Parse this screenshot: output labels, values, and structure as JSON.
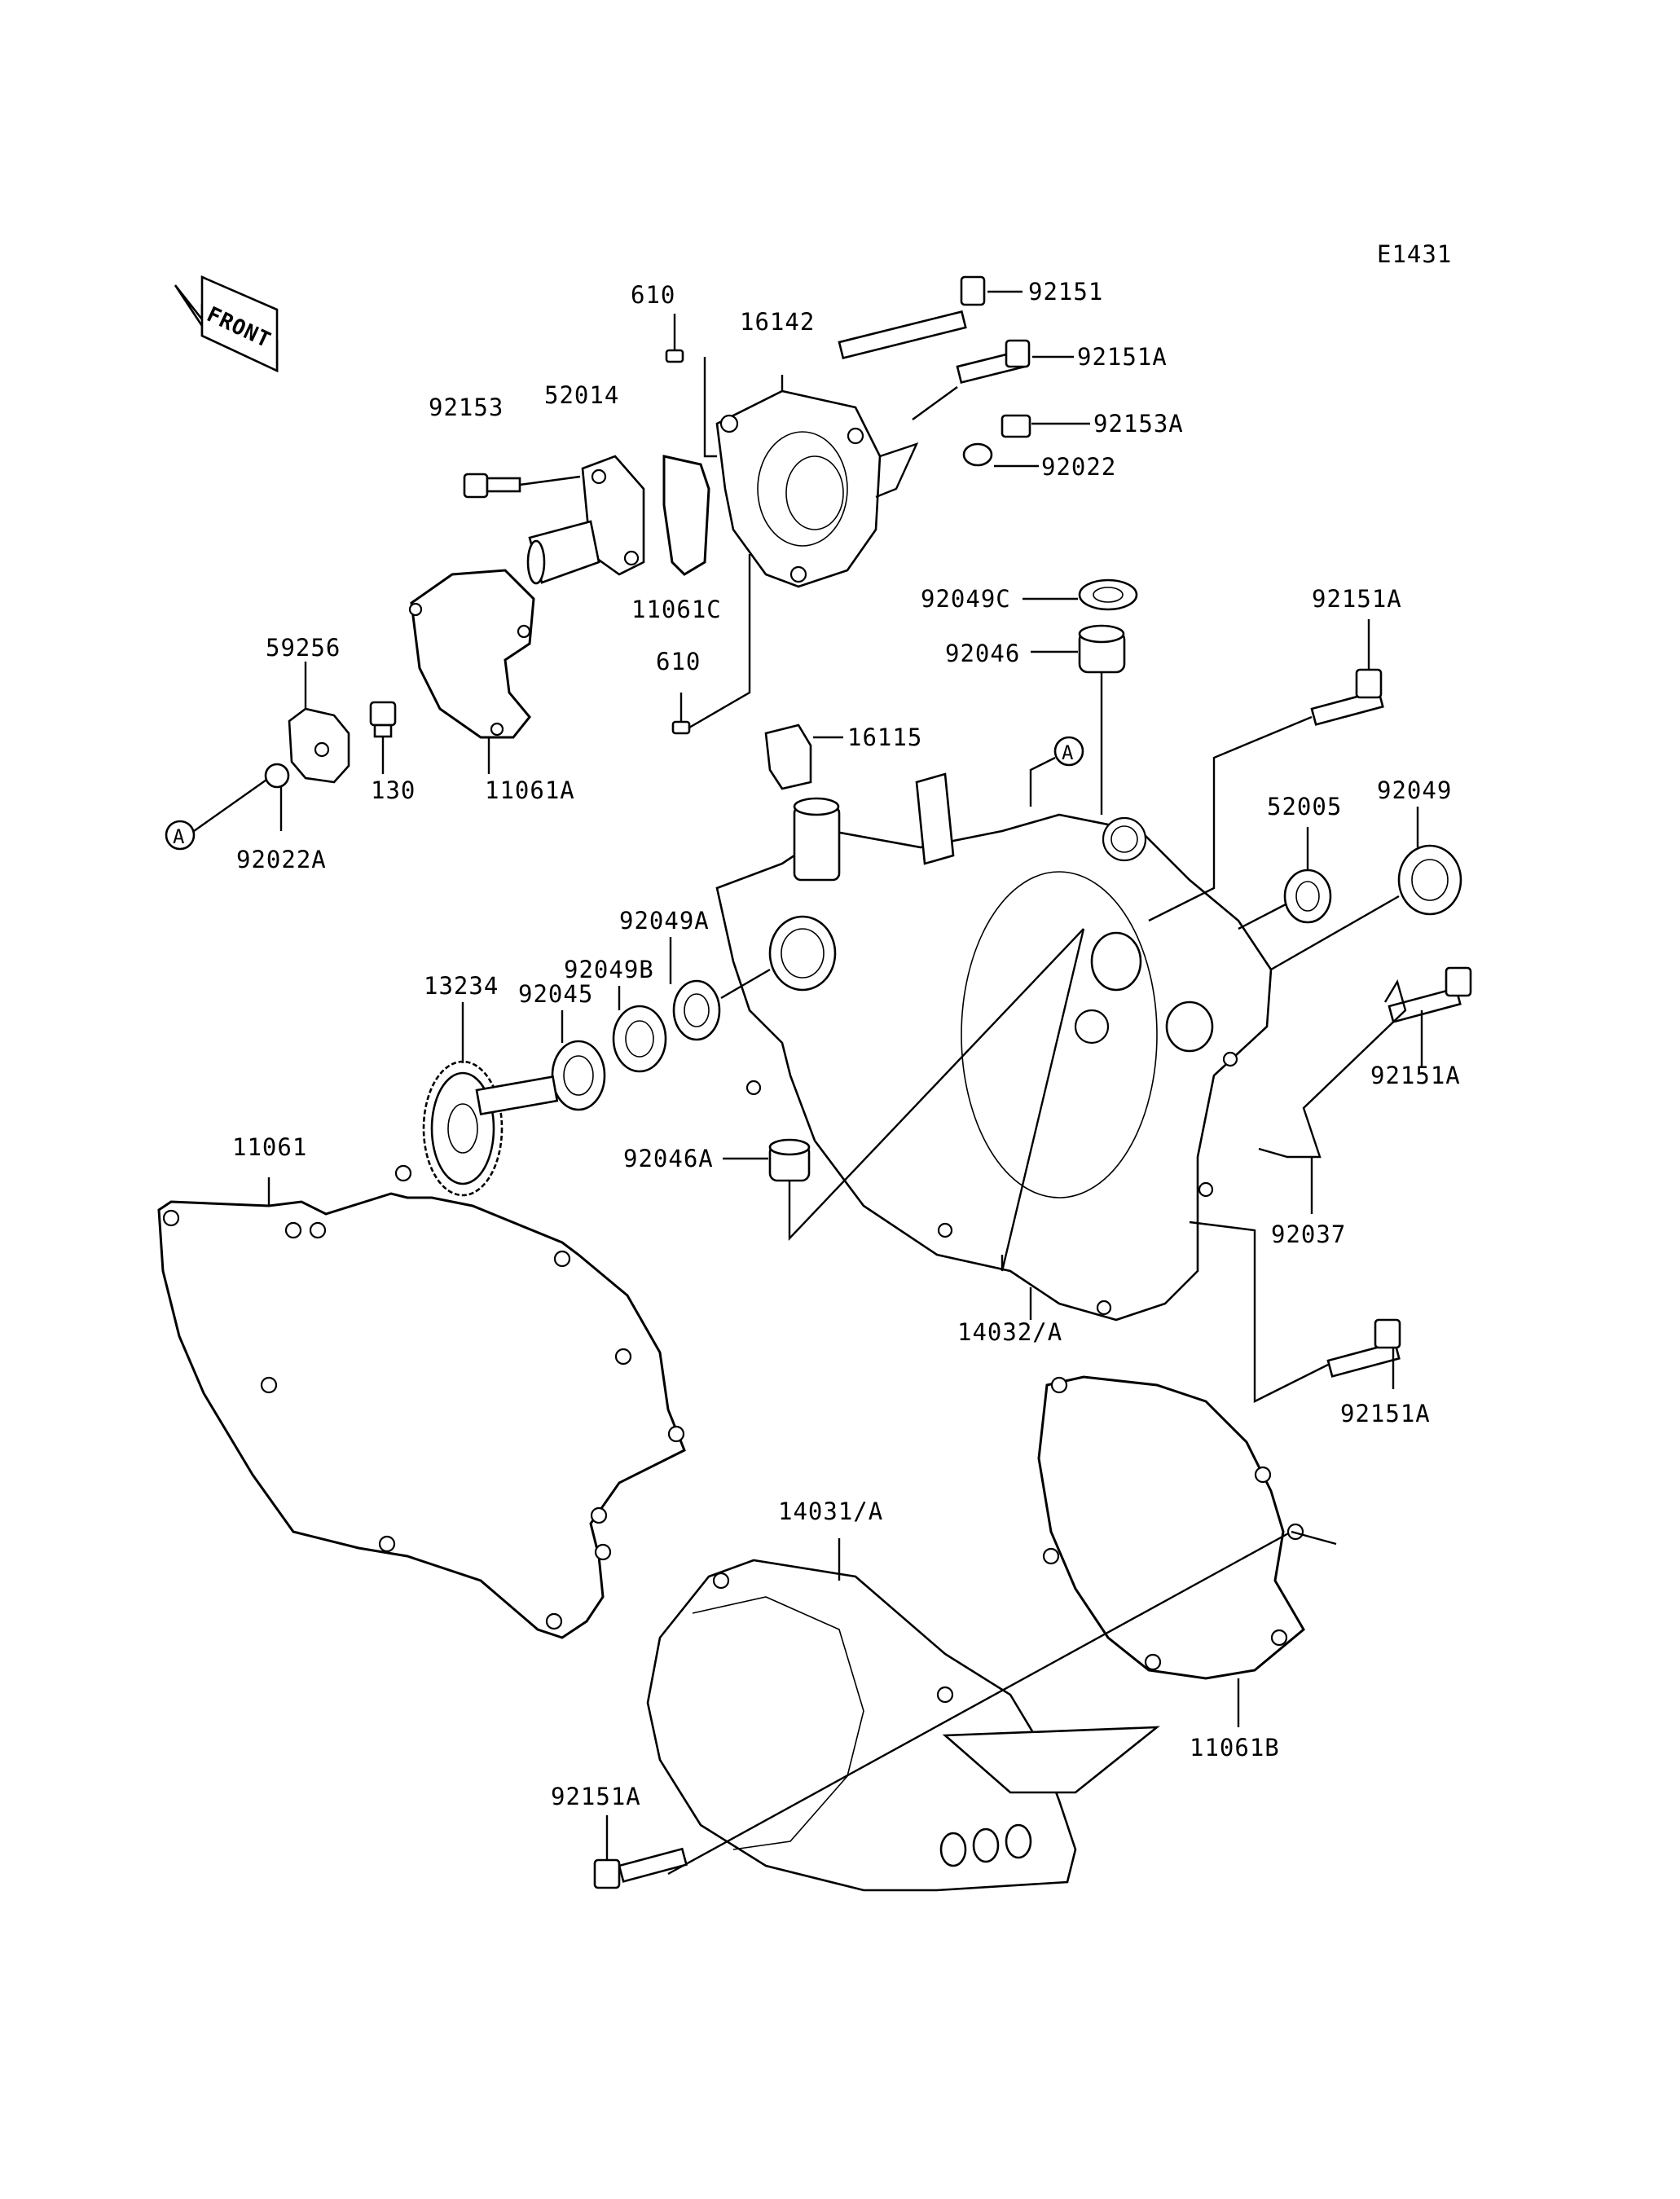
{
  "diagram_id": "E1431",
  "front_arrow_text": "FRONT",
  "ref_marker": "A",
  "part_labels": {
    "p610_top": "610",
    "p610_bot": "610",
    "p16142": "16142",
    "p92151": "92151",
    "p92151A_1": "92151A",
    "p92151A_2": "92151A",
    "p92151A_3": "92151A",
    "p92151A_4": "92151A",
    "p92151A_5": "92151A",
    "p92153": "92153",
    "p52014": "52014",
    "p92153A": "92153A",
    "p92022": "92022",
    "p11061C": "11061C",
    "p92049C": "92049C",
    "p92046": "92046",
    "p59256": "59256",
    "p130": "130",
    "p11061A": "11061A",
    "p92022A": "92022A",
    "p16115": "16115",
    "p52005": "52005",
    "p92049": "92049",
    "p92049A": "92049A",
    "p92049B": "92049B",
    "p92045": "92045",
    "p13234": "13234",
    "p11061": "11061",
    "p92046A": "92046A",
    "p92037": "92037",
    "p14032A": "14032/A",
    "p14031A": "14031/A",
    "p11061B": "11061B"
  }
}
